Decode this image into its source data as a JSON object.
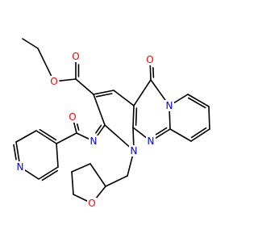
{
  "diagram": {
    "type": "chemical-structure",
    "atoms": [
      {
        "id": "C1",
        "element": "C"
      },
      {
        "id": "C2",
        "element": "C"
      },
      {
        "id": "O1",
        "element": "O",
        "label": "O",
        "color": "#ff0000"
      },
      {
        "id": "C3",
        "element": "C"
      },
      {
        "id": "O2",
        "element": "O",
        "label": "O",
        "color": "#ff0000"
      },
      {
        "id": "C4",
        "element": "C"
      },
      {
        "id": "C5",
        "element": "C"
      },
      {
        "id": "C6",
        "element": "C"
      },
      {
        "id": "C7",
        "element": "C"
      },
      {
        "id": "O3",
        "element": "O",
        "label": "O",
        "color": "#ff0000"
      },
      {
        "id": "N1",
        "element": "N",
        "label": "N",
        "color": "#0000ff"
      },
      {
        "id": "C8",
        "element": "C"
      },
      {
        "id": "C9",
        "element": "C"
      },
      {
        "id": "C10",
        "element": "C"
      },
      {
        "id": "C11",
        "element": "C"
      },
      {
        "id": "N2",
        "element": "N",
        "label": "N",
        "color": "#0000ff"
      },
      {
        "id": "C12",
        "element": "C"
      },
      {
        "id": "N3",
        "element": "N",
        "label": "N",
        "color": "#0000ff"
      },
      {
        "id": "C13",
        "element": "C"
      },
      {
        "id": "N4",
        "element": "N",
        "label": "N",
        "color": "#0000ff"
      },
      {
        "id": "C14",
        "element": "C"
      },
      {
        "id": "O4",
        "element": "O",
        "label": "O",
        "color": "#ff0000"
      },
      {
        "id": "C15",
        "element": "C"
      },
      {
        "id": "C16",
        "element": "C"
      },
      {
        "id": "C17",
        "element": "C"
      },
      {
        "id": "N5",
        "element": "N",
        "label": "N",
        "color": "#0000ff"
      },
      {
        "id": "C18",
        "element": "C"
      },
      {
        "id": "C19",
        "element": "C"
      },
      {
        "id": "C20",
        "element": "C"
      },
      {
        "id": "C21",
        "element": "C"
      },
      {
        "id": "C22",
        "element": "C"
      },
      {
        "id": "O5",
        "element": "O",
        "label": "O",
        "color": "#ff0000"
      },
      {
        "id": "C23",
        "element": "C"
      },
      {
        "id": "C24",
        "element": "C"
      },
      {
        "id": "C25",
        "element": "C"
      }
    ],
    "bonds": [
      {
        "a": "C1",
        "b": "C2",
        "order": 1
      },
      {
        "a": "C2",
        "b": "O1",
        "order": 1
      },
      {
        "a": "O1",
        "b": "C3",
        "order": 1
      },
      {
        "a": "C3",
        "b": "O2",
        "order": 2
      },
      {
        "a": "C3",
        "b": "C4",
        "order": 1
      },
      {
        "a": "C4",
        "b": "C5",
        "order": 2
      },
      {
        "a": "C5",
        "b": "C6",
        "order": 1
      },
      {
        "a": "C6",
        "b": "C7",
        "order": 1
      },
      {
        "a": "C7",
        "b": "O3",
        "order": 2
      },
      {
        "a": "C7",
        "b": "N1",
        "order": 1
      },
      {
        "a": "N1",
        "b": "C8",
        "order": 1
      },
      {
        "a": "C8",
        "b": "C9",
        "order": 2
      },
      {
        "a": "C9",
        "b": "C10",
        "order": 1
      },
      {
        "a": "C10",
        "b": "C11",
        "order": 2
      },
      {
        "a": "C11",
        "b": "C12",
        "order": 1
      },
      {
        "a": "C12",
        "b": "N1",
        "order": 1
      },
      {
        "a": "C12",
        "b": "N2",
        "order": 2
      },
      {
        "a": "N2",
        "b": "C13",
        "order": 1
      },
      {
        "a": "C13",
        "b": "C6",
        "order": 2
      },
      {
        "a": "C13",
        "b": "N3",
        "order": 1
      },
      {
        "a": "N3",
        "b": "C14",
        "order": 1
      },
      {
        "a": "C14",
        "b": "C4",
        "order": 1
      },
      {
        "a": "C14",
        "b": "N4",
        "order": 2
      },
      {
        "a": "N4",
        "b": "C15",
        "order": 1
      },
      {
        "a": "C15",
        "b": "O4",
        "order": 2
      },
      {
        "a": "C15",
        "b": "C16",
        "order": 1
      },
      {
        "a": "C16",
        "b": "C17",
        "order": 2
      },
      {
        "a": "C17",
        "b": "C18",
        "order": 1
      },
      {
        "a": "C18",
        "b": "N5",
        "order": 2
      },
      {
        "a": "N5",
        "b": "C19",
        "order": 1
      },
      {
        "a": "C19",
        "b": "C20",
        "order": 2
      },
      {
        "a": "C20",
        "b": "C16",
        "order": 1
      },
      {
        "a": "N3",
        "b": "C21",
        "order": 1
      },
      {
        "a": "C21",
        "b": "C22",
        "order": 1
      },
      {
        "a": "C22",
        "b": "O5",
        "order": 1
      },
      {
        "a": "O5",
        "b": "C23",
        "order": 1
      },
      {
        "a": "C23",
        "b": "C24",
        "order": 1
      },
      {
        "a": "C24",
        "b": "C25",
        "order": 1
      },
      {
        "a": "C25",
        "b": "C22",
        "order": 1
      }
    ]
  }
}
